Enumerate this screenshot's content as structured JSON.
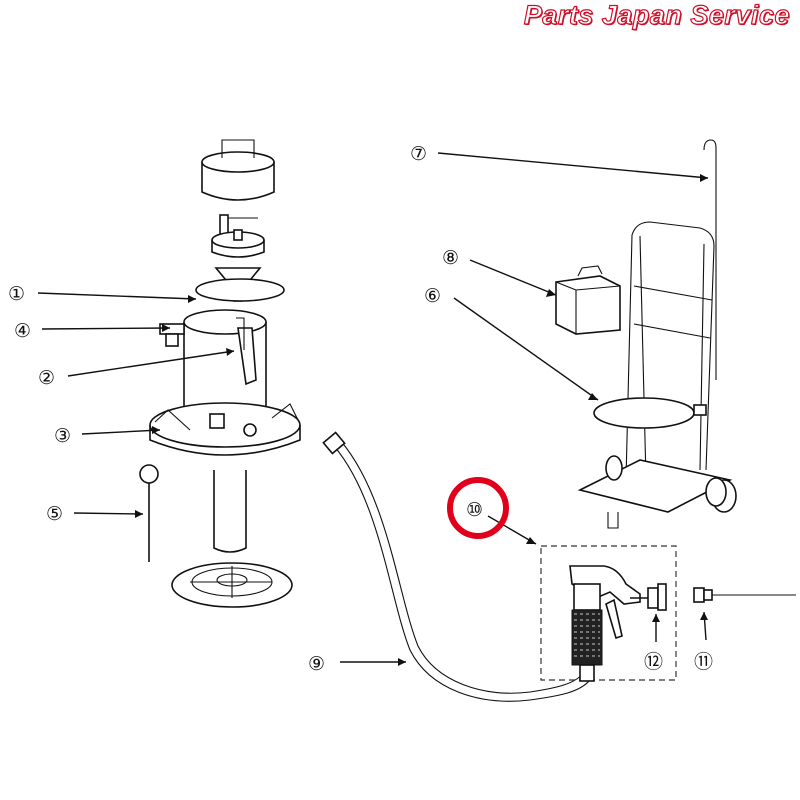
{
  "brand": {
    "text": "Parts Japan Service",
    "color": "#d0102a"
  },
  "callouts": [
    {
      "id": "1",
      "text": "①"
    },
    {
      "id": "2",
      "text": "②"
    },
    {
      "id": "3",
      "text": "③"
    },
    {
      "id": "4",
      "text": "④"
    },
    {
      "id": "5",
      "text": "⑤"
    },
    {
      "id": "6",
      "text": "⑥"
    },
    {
      "id": "7",
      "text": "⑦"
    },
    {
      "id": "8",
      "text": "⑧"
    },
    {
      "id": "9",
      "text": "⑨"
    },
    {
      "id": "10",
      "text": "⑩"
    },
    {
      "id": "11",
      "text": "⑪"
    },
    {
      "id": "12",
      "text": "⑫"
    }
  ],
  "highlight": {
    "target": "10",
    "color": "#e0001b"
  }
}
